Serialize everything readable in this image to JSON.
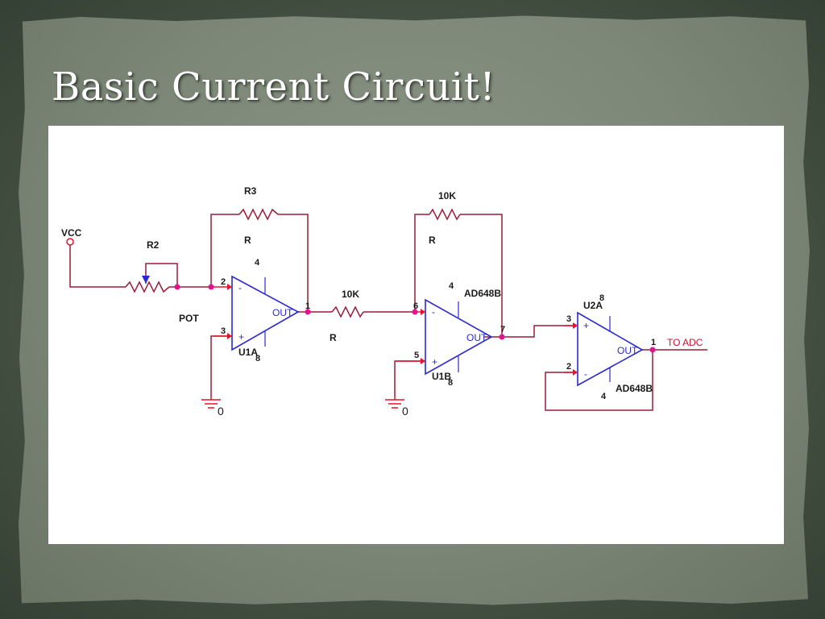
{
  "slide": {
    "title": "Basic Current Circuit!"
  },
  "schematic": {
    "vcc_label": "VCC",
    "pot_ref": "R2",
    "pot_value": "POT",
    "u1a": {
      "ref": "U1A",
      "pin_inv": "2",
      "pin_noninv": "3",
      "pin_out": "1",
      "pin_vplus": "4",
      "pin_vminus": "8",
      "out_label": "OUT",
      "minus": "-",
      "plus": "+",
      "fb_ref": "R3",
      "fb_value": "R"
    },
    "r_mid": {
      "ref": "10K",
      "value": "R"
    },
    "u1b": {
      "ref": "U1B",
      "part": "AD648B",
      "pin_inv": "6",
      "pin_noninv": "5",
      "pin_out": "7",
      "pin_vplus": "4",
      "pin_vminus": "8",
      "out_label": "OUT",
      "minus": "-",
      "plus": "+",
      "fb_ref": "10K",
      "fb_value": "R"
    },
    "u2a": {
      "ref": "U2A",
      "part": "AD648B",
      "pin_noninv": "3",
      "pin_inv": "2",
      "pin_out": "1",
      "pin_vplus": "8",
      "pin_vminus": "4",
      "out_label": "OUT",
      "minus": "-",
      "plus": "+"
    },
    "gnd1_label": "0",
    "gnd2_label": "0",
    "output_label": "TO ADC",
    "colors": {
      "wire": "#9b1b3a",
      "opamp": "#2a2ad0",
      "node": "#e0148c",
      "pin": "#e8102a"
    }
  }
}
